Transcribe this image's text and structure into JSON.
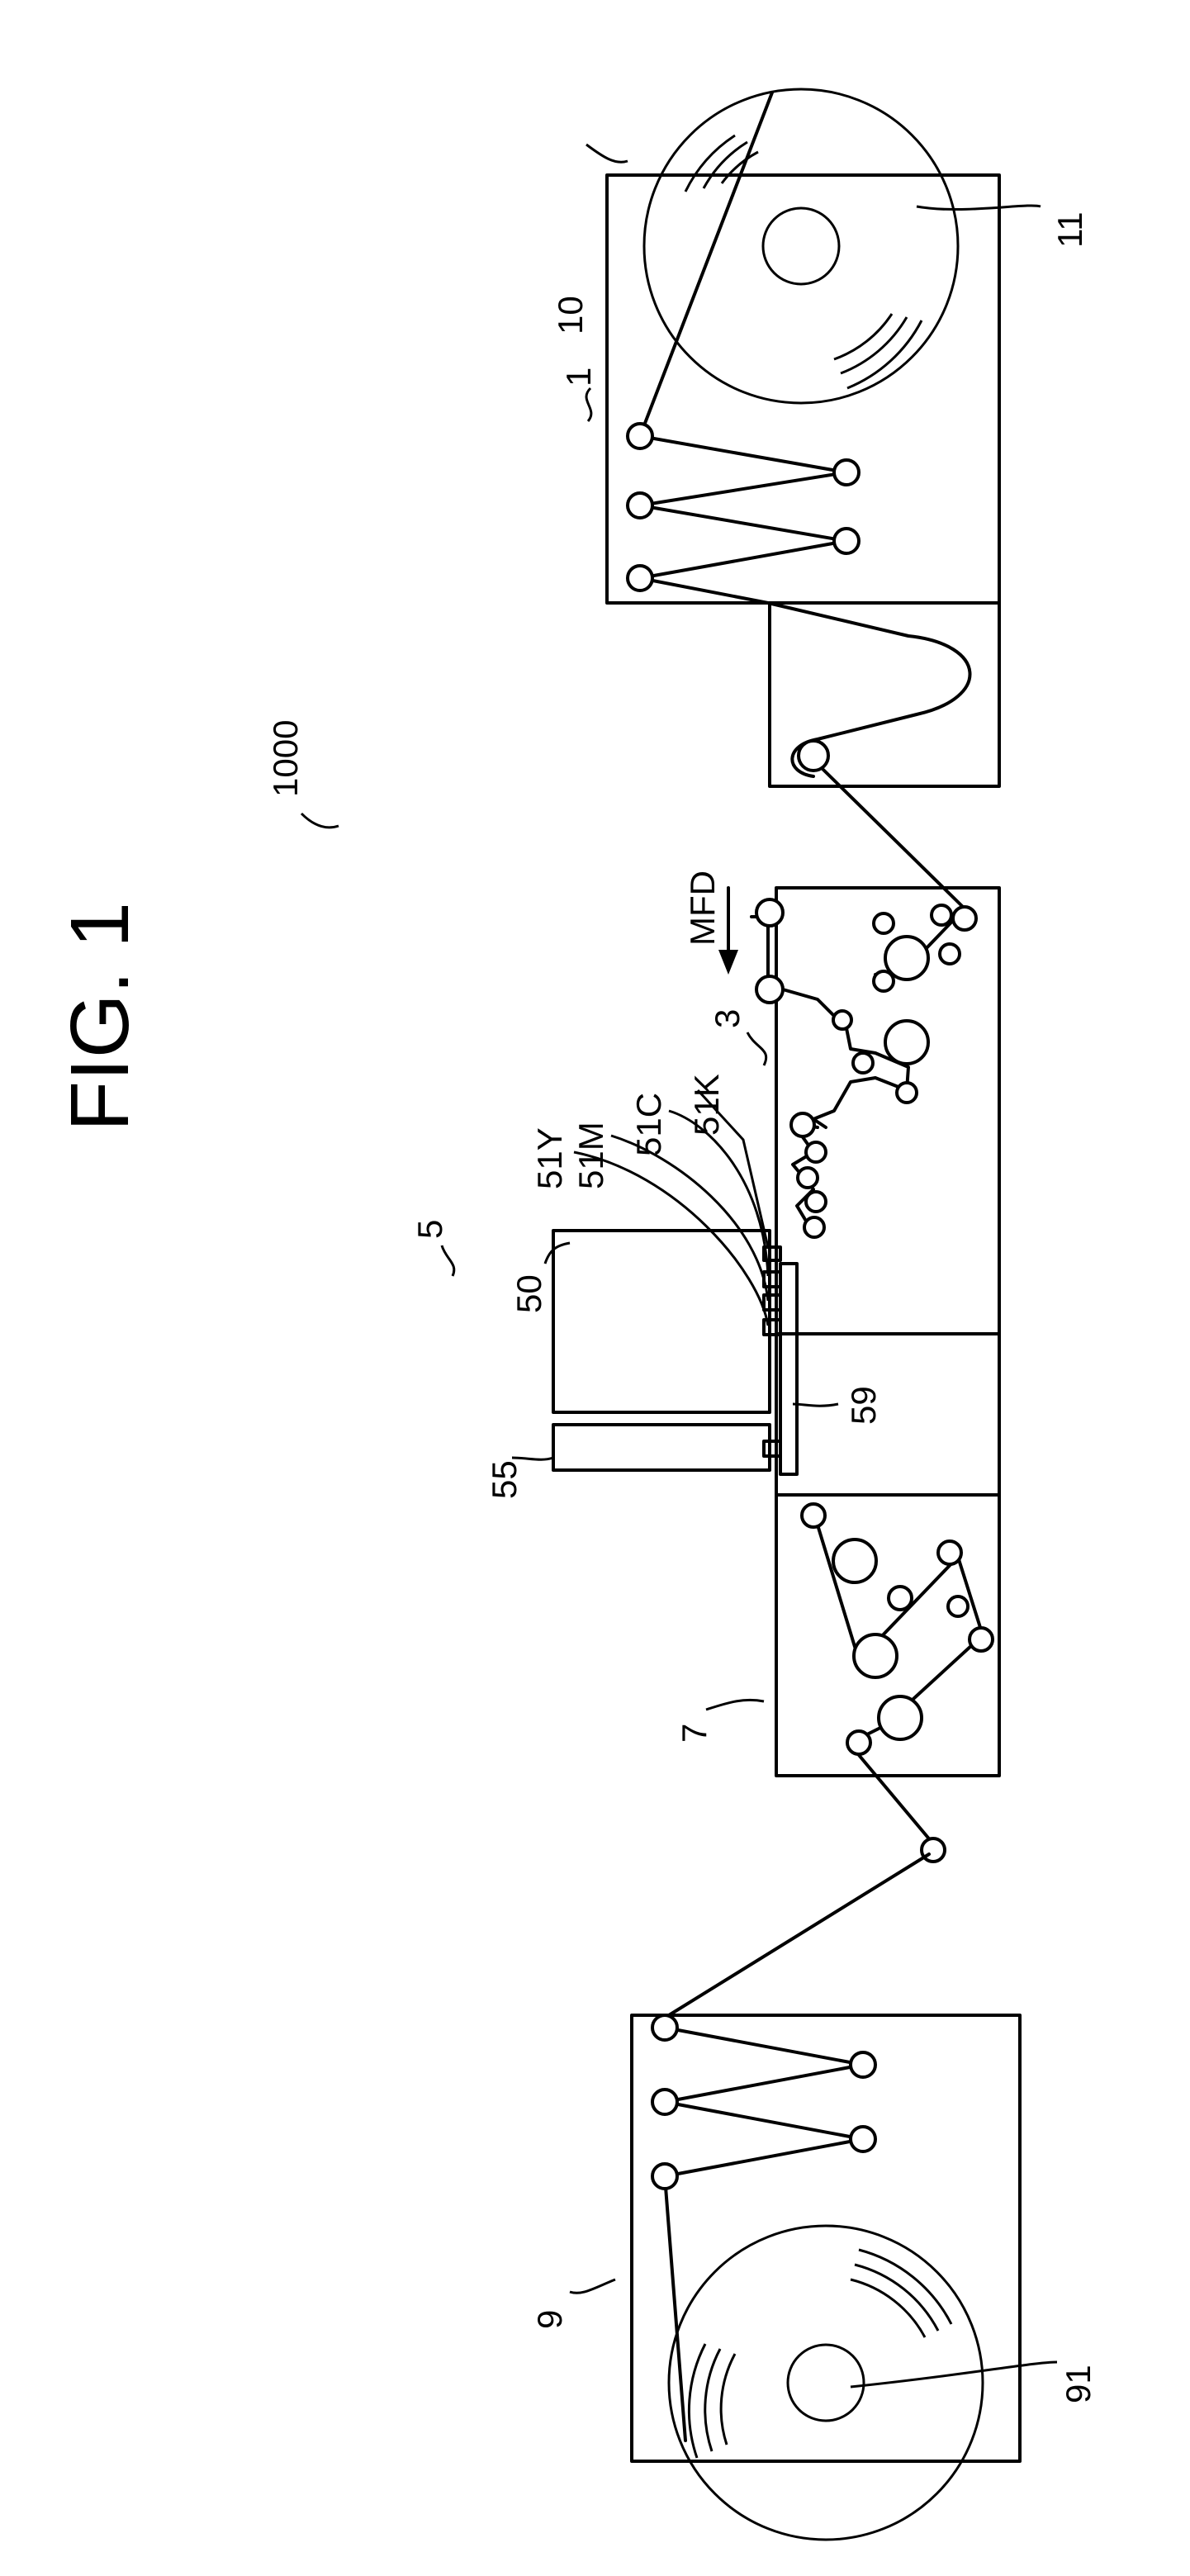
{
  "figure": {
    "title": "FIG. 1",
    "system_ref": "1000",
    "direction_label": "MFD",
    "labels": {
      "feeder": "1",
      "feeder_box": "10",
      "supply_roll": "11",
      "preprocess": "3",
      "print_unit": "5",
      "head_holder": "50",
      "head_y": "51Y",
      "head_m": "51M",
      "head_c": "51C",
      "head_k": "51K",
      "dryer_head": "55",
      "platen": "59",
      "dryer": "7",
      "winder": "9",
      "takeup_roll": "91"
    }
  }
}
